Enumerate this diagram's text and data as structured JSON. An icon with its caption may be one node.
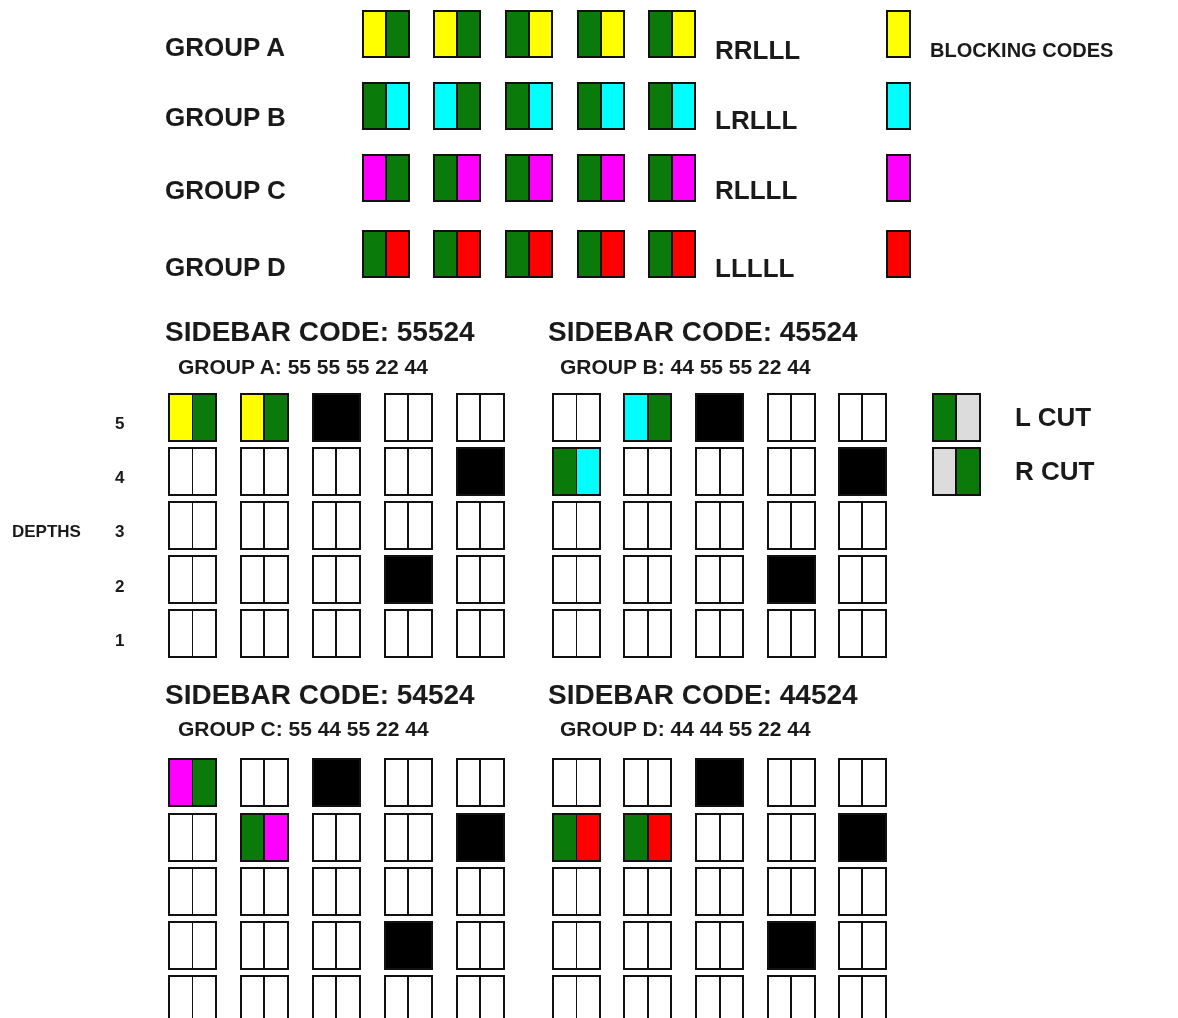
{
  "diagram": {
    "labels": [
      "GROUP A",
      "RRLLL",
      "BLOCKING CODES",
      "GROUP B",
      "LRLLL",
      "GROUP C",
      "RLLLL",
      "GROUP D",
      "LLLLL",
      "SIDEBAR CODE: 55524",
      "SIDEBAR CODE: 45524",
      "GROUP A: 55 55 55 22 44",
      "GROUP B: 44 55 55 22 44",
      "5",
      "4",
      "DEPTHS",
      "3",
      "2",
      "1",
      "SIDEBAR CODE: 54524",
      "SIDEBAR CODE: 44524",
      "GROUP C: 55 44 55 22 44",
      "GROUP D: 44 44 55 22 44"
    ],
    "legend": [
      {
        "text": "L CUT"
      },
      {
        "text": "R CUT"
      }
    ]
  }
}
